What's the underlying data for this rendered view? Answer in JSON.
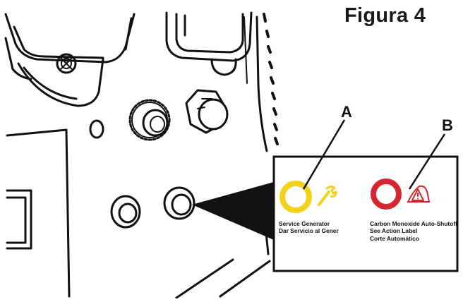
{
  "figure": {
    "title": "Figura 4"
  },
  "callouts": {
    "a_label": "A",
    "b_label": "B"
  },
  "indicator_panel": {
    "service": {
      "line1": "Service Generator",
      "line2": "Dar Servicio al Gener",
      "ring_color": "#f2d21b",
      "icon": "wrench-icon"
    },
    "co_shutoff": {
      "line1": "Carbon Monoxide Auto-Shutoff",
      "line2": "See Action Label",
      "line3": "Corte Automático",
      "ring_color": "#d6262f",
      "icon": "warning-triangle-icon"
    }
  }
}
